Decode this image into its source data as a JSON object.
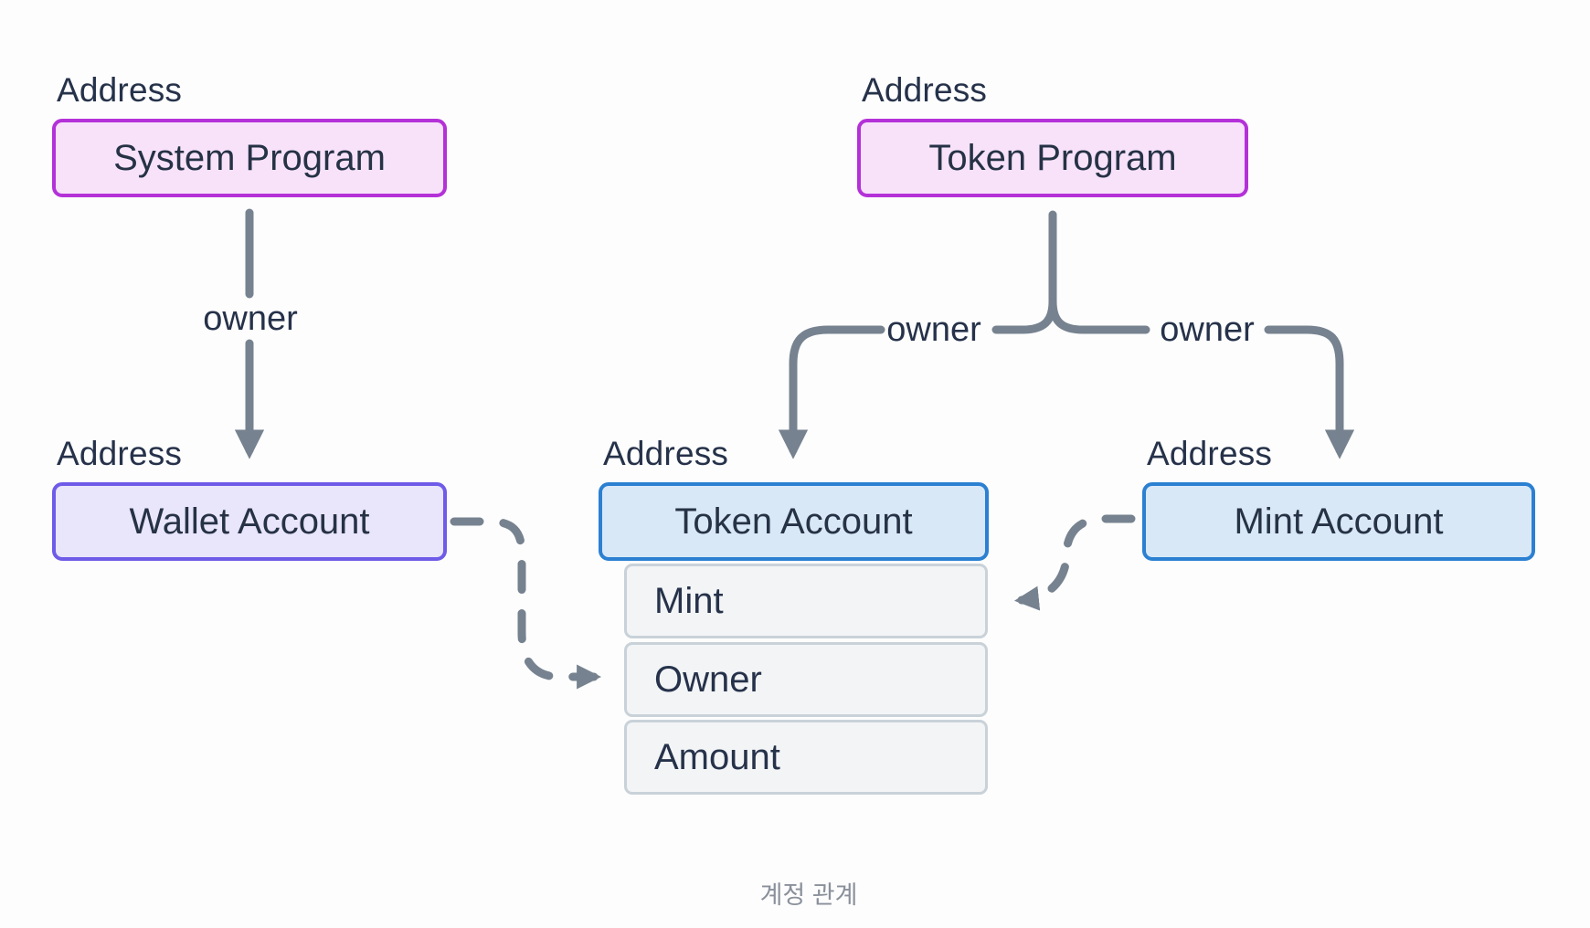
{
  "diagram": {
    "caption": "계정 관계",
    "address_label": "Address",
    "nodes": {
      "system_program": {
        "title": "System Program"
      },
      "token_program": {
        "title": "Token Program"
      },
      "wallet_account": {
        "title": "Wallet Account"
      },
      "token_account": {
        "title": "Token Account",
        "fields": [
          "Mint",
          "Owner",
          "Amount"
        ]
      },
      "mint_account": {
        "title": "Mint Account"
      }
    },
    "edges": [
      {
        "from": "System Program",
        "to": "Wallet Account",
        "label": "owner",
        "style": "solid-arrow"
      },
      {
        "from": "Token Program",
        "to": "Token Account",
        "label": "owner",
        "style": "solid-arrow"
      },
      {
        "from": "Token Program",
        "to": "Mint Account",
        "label": "owner",
        "style": "solid-arrow"
      },
      {
        "from": "Wallet Account",
        "to": "Token Account.Owner",
        "label": "",
        "style": "dashed-arrow"
      },
      {
        "from": "Mint Account",
        "to": "Token Account.Mint",
        "label": "",
        "style": "dashed-arrow"
      }
    ],
    "colors": {
      "program_border": "#b431d8",
      "program_fill": "#f7e2fa",
      "wallet_border": "#6e5be8",
      "wallet_fill": "#e9e5fb",
      "account_border": "#2b80d2",
      "account_fill": "#d9e8f7",
      "field_border": "#c9d2d9",
      "field_fill": "#f2f4f6",
      "connector": "#76828f",
      "text": "#26324a",
      "caption_text": "#8a909b",
      "background": "#fdfdfd"
    }
  }
}
